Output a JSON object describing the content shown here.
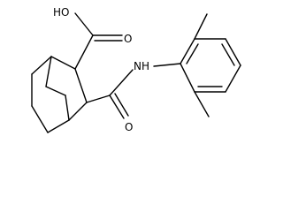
{
  "molecule": {
    "labels": {
      "hydroxyl": "HO",
      "carbonyl_oxygen_acid": "O",
      "amide_nitrogen": "NH",
      "carbonyl_oxygen_amide": "O"
    }
  },
  "colors": {
    "bond": "#000000",
    "background": "#ffffff"
  }
}
